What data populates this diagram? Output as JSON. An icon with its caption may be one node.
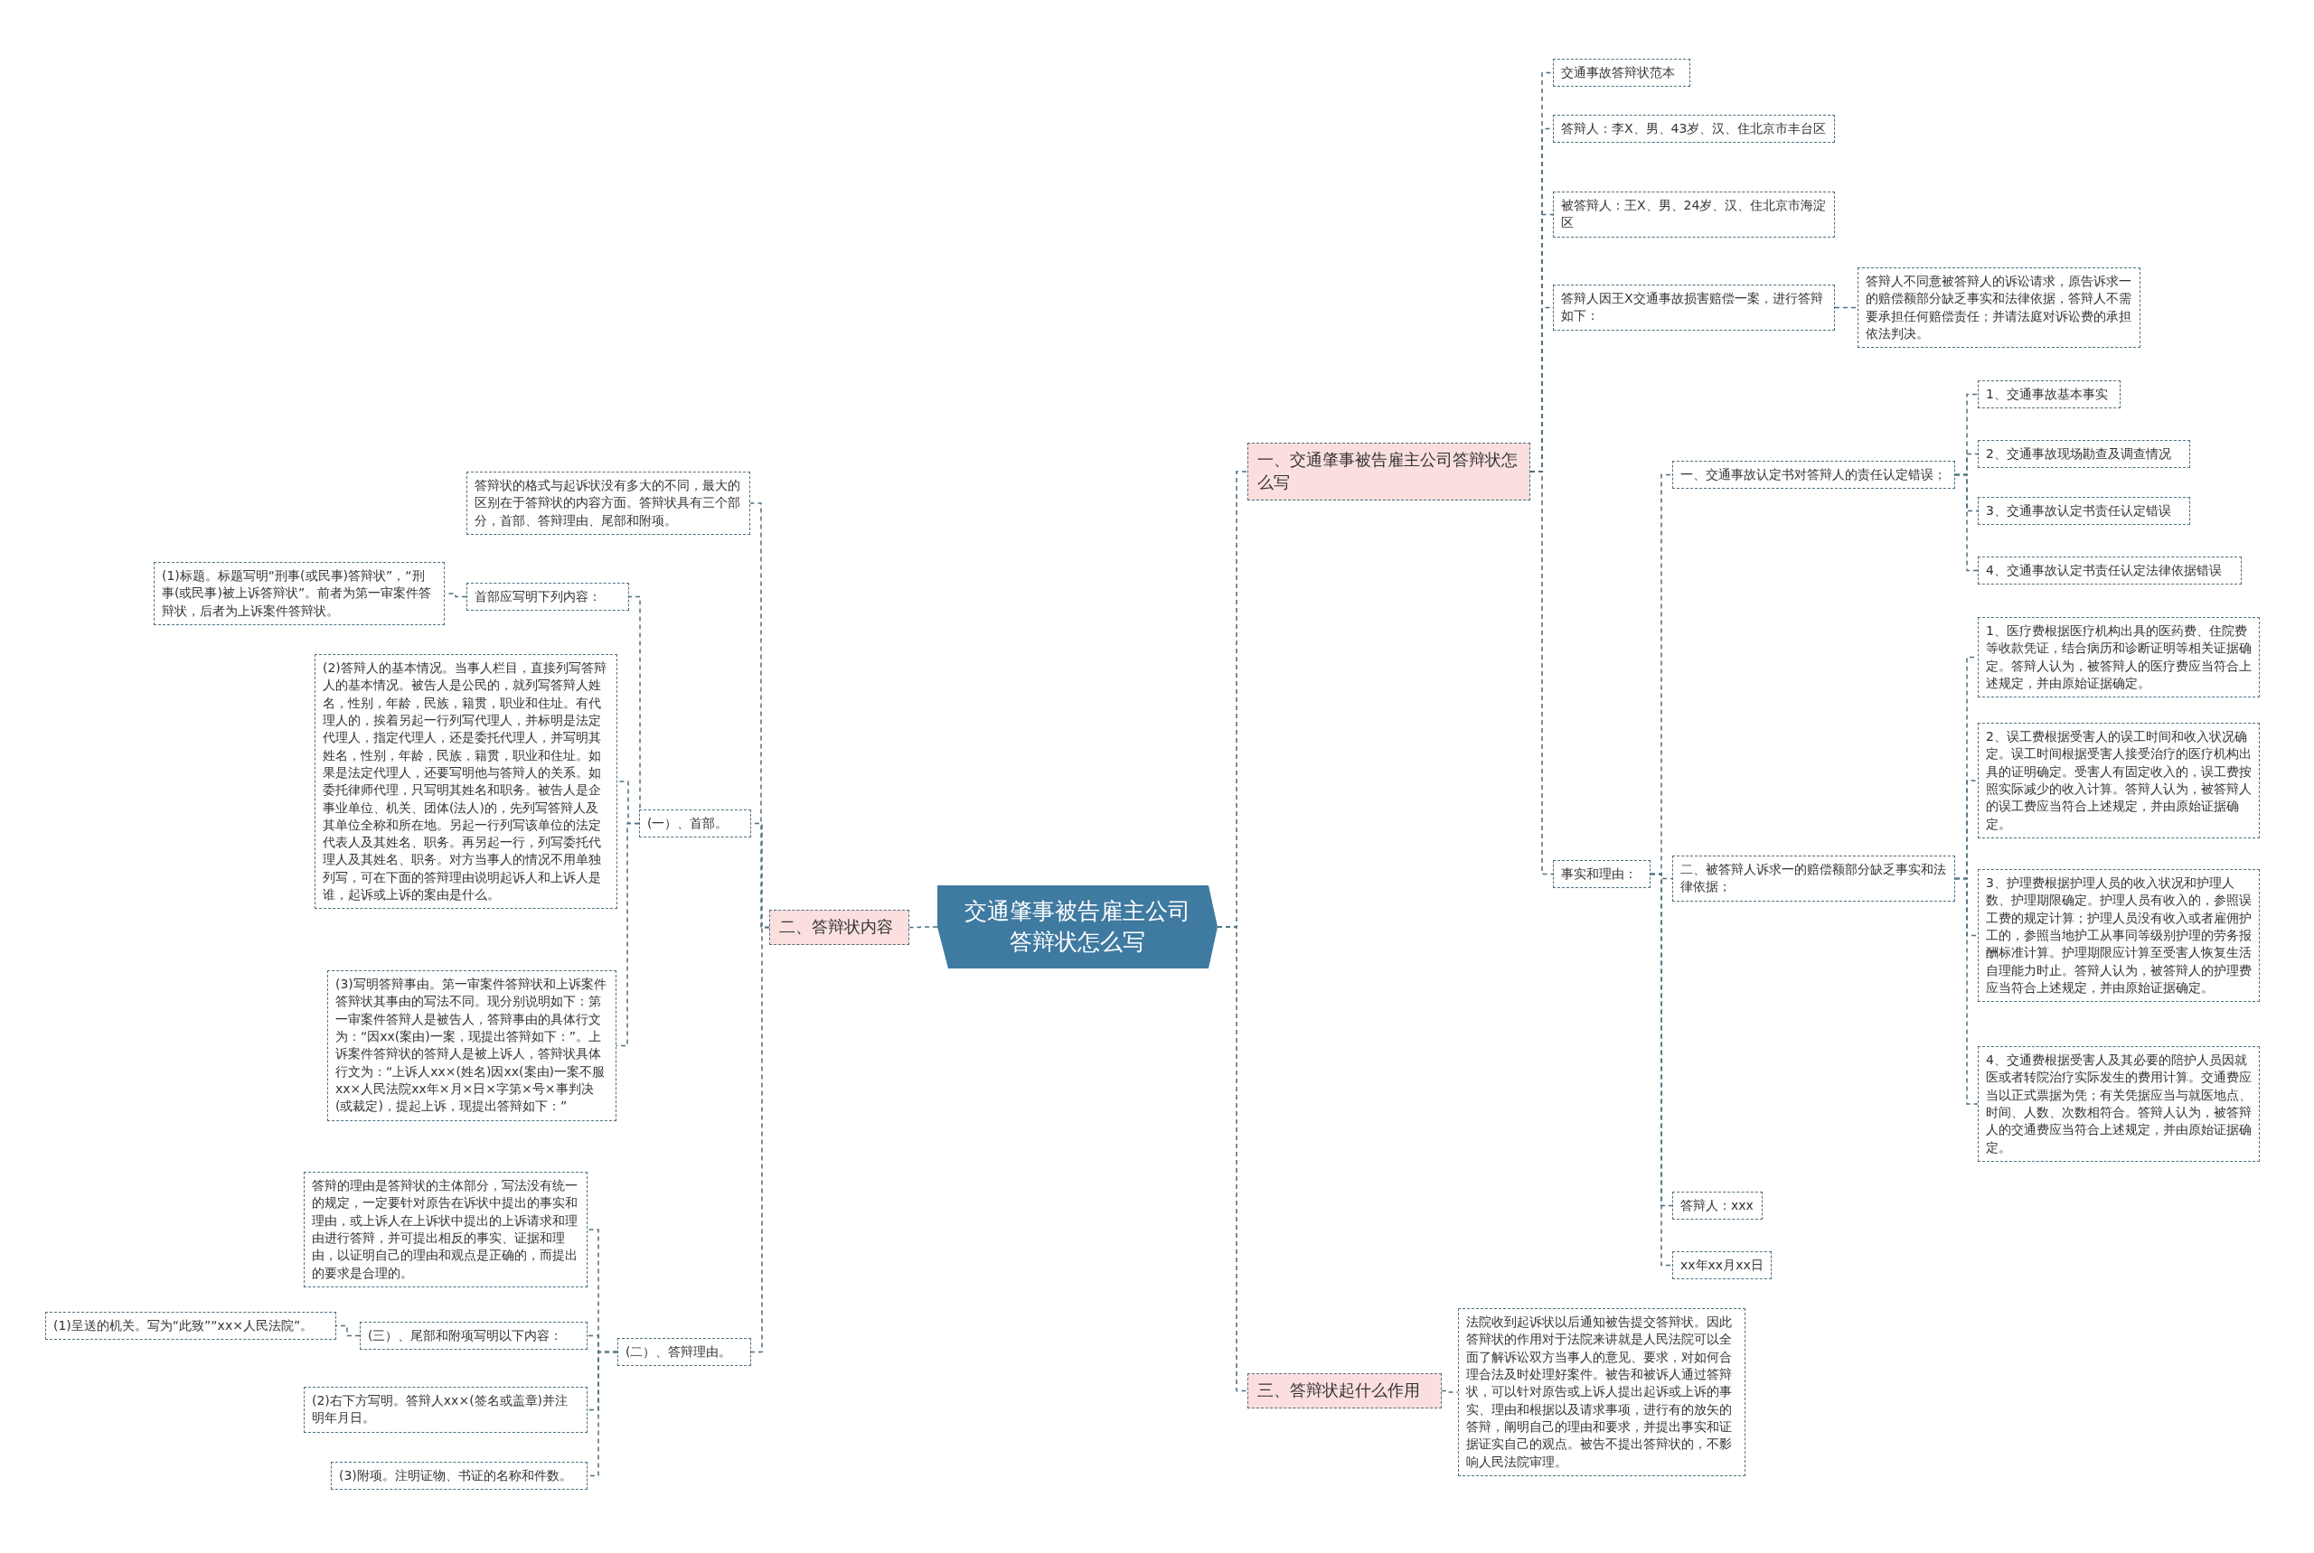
{
  "diagram": {
    "nodes": [
      {
        "text": [
          "交通肇事被告雇主公司答辩状怎么写"
        ]
      },
      {
        "text": [
          "一、交通肇事被告雇主公司答辩状怎么写"
        ]
      },
      {
        "text": [
          "交通事故答辩状范本"
        ]
      },
      {
        "text": [
          "答辩人：李X、男、43岁、汉、住北京市丰台区"
        ]
      },
      {
        "text": [
          "被答辩人：王X、男、24岁、汉、住北京市海淀区"
        ]
      },
      {
        "text": [
          "答辩人因王X交通事故损害赔偿一案，进行答辩如下："
        ]
      },
      {
        "text": [
          "答辩人不同意被答辩人的诉讼请求，原告诉求一的赔偿额部分缺乏事实和法律依据，答辩人不需要承担任何赔偿责任；并请法庭对诉讼费的承担依法判决。"
        ]
      },
      {
        "text": [
          "事实和理由："
        ]
      },
      {
        "text": [
          "一、交通事故认定书对答辩人的责任认定错误；"
        ]
      },
      {
        "text": [
          "1、交通事故基本事实"
        ]
      },
      {
        "text": [
          "2、交通事故现场勘查及调查情况"
        ]
      },
      {
        "text": [
          "3、交通事故认定书责任认定错误"
        ]
      },
      {
        "text": [
          "4、交通事故认定书责任认定法律依据错误"
        ]
      },
      {
        "text": [
          "二、被答辩人诉求一的赔偿额部分缺乏事实和法律依据；"
        ]
      },
      {
        "text": [
          "1、医疗费根据医疗机构出具的医药费、住院费等收款凭证，结合病历和诊断证明等相关证据确定。答辩人认为，被答辩人的医疗费应当符合上述规定，并由原始证据确定。"
        ]
      },
      {
        "text": [
          "2、误工费根据受害人的误工时间和收入状况确定。误工时间根据受害人接受治疗的医疗机构出具的证明确定。受害人有固定收入的，误工费按照实际减少的收入计算。答辩人认为，被答辩人的误工费应当符合上述规定，并由原始证据确定。"
        ]
      },
      {
        "text": [
          "3、护理费根据护理人员的收入状况和护理人数、护理期限确定。护理人员有收入的，参照误工费的规定计算；护理人员没有收入或者雇佣护工的，参照当地护工从事同等级别护理的劳务报酬标准计算。护理期限应计算至受害人恢复生活自理能力时止。答辩人认为，被答辩人的护理费应当符合上述规定，并由原始证据确定。"
        ]
      },
      {
        "text": [
          "4、交通费根据受害人及其必要的陪护人员因就医或者转院治疗实际发生的费用计算。交通费应当以正式票据为凭；有关凭据应当与就医地点、时间、人数、次数相符合。答辩人认为，被答辩人的交通费应当符合上述规定，并由原始证据确定。"
        ]
      },
      {
        "text": [
          "答辩人：xxx"
        ]
      },
      {
        "text": [
          "xx年xx月xx日"
        ]
      },
      {
        "text": [
          "三、答辩状起什么作用"
        ]
      },
      {
        "text": [
          "法院收到起诉状以后通知被告提交答辩状。因此答辩状的作用对于法院来讲就是人民法院可以全面了解诉讼双方当事人的意见、要求，对如何合理合法及时处理好案件。被告和被诉人通过答辩状，可以针对原告或上诉人提出起诉或上诉的事实、理由和根据以及请求事项，进行有的放矢的答辩，阐明自己的理由和要求，并提出事实和证据证实自己的观点。被告不提出答辩状的，不影响人民法院审理。"
        ]
      },
      {
        "text": [
          "二、答辩状内容"
        ]
      },
      {
        "text": [
          "答辩状的格式与起诉状没有多大的不同，最大的区别在于答辩状的内容方面。答辩状具有三个部分，首部、答辩理由、尾部和附项。"
        ]
      },
      {
        "text": [
          "首部应写明下列内容："
        ]
      },
      {
        "text": [
          "(1)标题。标题写明“刑事(或民事)答辩状”，“刑事(或民事)被上诉答辩状”。前者为第一审案件答辩状，后者为上诉案件答辩状。"
        ]
      },
      {
        "text": [
          "(一）、首部。"
        ]
      },
      {
        "text": [
          "(2)答辩人的基本情况。当事人栏目，直接列写答辩人的基本情况。被告人是公民的，就列写答辩人姓名，性别，年龄，民族，籍贯，职业和住址。有代理人的，挨着另起一行列写代理人，并标明是法定代理人，指定代理人，还是委托代理人，并写明其姓名，性别，年龄，民族，籍贯，职业和住址。如果是法定代理人，还要写明他与答辩人的关系。如委托律师代理，只写明其姓名和职务。被告人是企事业单位、机关、团体(法人)的，先列写答辩人及其单位全称和所在地。另起一行列写该单位的法定代表人及其姓名、职务。再另起一行，列写委托代理人及其姓名、职务。对方当事人的情况不用单独列写，可在下面的答辩理由说明起诉人和上诉人是谁，起诉或上诉的案由是什么。"
        ]
      },
      {
        "text": [
          "(3)写明答辩事由。第一审案件答辩状和上诉案件答辩状其事由的写法不同。现分别说明如下：第一审案件答辩人是被告人，答辩事由的具体行文为：“因xx(案由)一案，现提出答辩如下：”。上诉案件答辩状的答辩人是被上诉人，答辩状具体行文为：“上诉人xx×(姓名)因xx(案由)一案不服xx×人民法院xx年×月×日×字第×号×事判决(或裁定)，提起上诉，现提出答辩如下：”"
        ]
      },
      {
        "text": [
          "(二）、答辩理由。"
        ]
      },
      {
        "text": [
          "答辩的理由是答辩状的主体部分，写法没有统一的规定，一定要针对原告在诉状中提出的事实和理由，或上诉人在上诉状中提出的上诉请求和理由进行答辩，并可提出相反的事实、证据和理由，以证明自己的理由和观点是正确的，而提出的要求是合理的。"
        ]
      },
      {
        "text": [
          "(三）、尾部和附项写明以下内容："
        ]
      },
      {
        "text": [
          "(1)呈送的机关。写为“此致”“xx×人民法院”。"
        ]
      },
      {
        "text": [
          "(2)右下方写明。答辩人xx×(签名或盖章)并注明年月日。"
        ]
      },
      {
        "text": [
          "(3)附项。注明证物、书证的名称和件数。"
        ]
      }
    ],
    "edges": [
      {
        "from": 0,
        "to": 1,
        "arrow": "none"
      },
      {
        "from": 1,
        "to": 2,
        "arrow": "none"
      },
      {
        "from": 1,
        "to": 3,
        "arrow": "none"
      },
      {
        "from": 1,
        "to": 4,
        "arrow": "none"
      },
      {
        "from": 1,
        "to": 5,
        "arrow": "none"
      },
      {
        "from": 5,
        "to": 6,
        "arrow": "none"
      },
      {
        "from": 1,
        "to": 7,
        "arrow": "none"
      },
      {
        "from": 7,
        "to": 8,
        "arrow": "none"
      },
      {
        "from": 8,
        "to": 9,
        "arrow": "none"
      },
      {
        "from": 8,
        "to": 10,
        "arrow": "none"
      },
      {
        "from": 8,
        "to": 11,
        "arrow": "none"
      },
      {
        "from": 8,
        "to": 12,
        "arrow": "none"
      },
      {
        "from": 7,
        "to": 13,
        "arrow": "none"
      },
      {
        "from": 13,
        "to": 14,
        "arrow": "none"
      },
      {
        "from": 13,
        "to": 15,
        "arrow": "none"
      },
      {
        "from": 13,
        "to": 16,
        "arrow": "none"
      },
      {
        "from": 13,
        "to": 17,
        "arrow": "none"
      },
      {
        "from": 7,
        "to": 18,
        "arrow": "none"
      },
      {
        "from": 7,
        "to": 19,
        "arrow": "none"
      },
      {
        "from": 0,
        "to": 20,
        "arrow": "none"
      },
      {
        "from": 20,
        "to": 21,
        "arrow": "none"
      },
      {
        "from": 0,
        "to": 22,
        "arrow": "none"
      },
      {
        "from": 22,
        "to": 23,
        "arrow": "none"
      },
      {
        "from": 22,
        "to": 26,
        "arrow": "none"
      },
      {
        "from": 26,
        "to": 24,
        "arrow": "none"
      },
      {
        "from": 24,
        "to": 25,
        "arrow": "none"
      },
      {
        "from": 26,
        "to": 27,
        "arrow": "none"
      },
      {
        "from": 26,
        "to": 28,
        "arrow": "none"
      },
      {
        "from": 22,
        "to": 29,
        "arrow": "none"
      },
      {
        "from": 29,
        "to": 30,
        "arrow": "none"
      },
      {
        "from": 29,
        "to": 31,
        "arrow": "none"
      },
      {
        "from": 31,
        "to": 32,
        "arrow": "none"
      },
      {
        "from": 29,
        "to": 33,
        "arrow": "none"
      },
      {
        "from": 29,
        "to": 34,
        "arrow": "none"
      }
    ]
  }
}
